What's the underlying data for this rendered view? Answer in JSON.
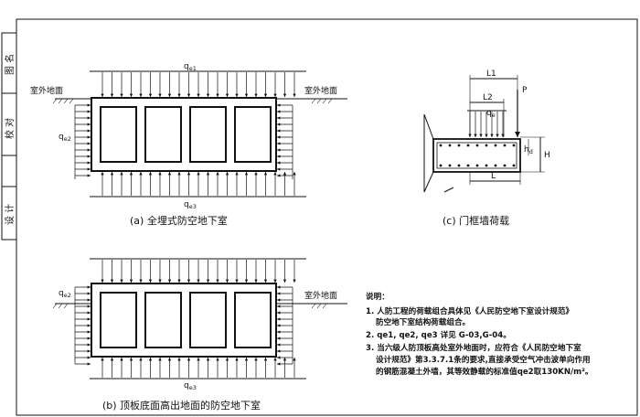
{
  "side_titles": {
    "tuming": "图 名",
    "jiaodui": "校 对",
    "sheji": "设 计"
  },
  "diagram_a": {
    "caption": "(a) 全埋式防空地下室",
    "ground_left": "室外地面",
    "ground_right": "室外地面",
    "q_top": "q",
    "q_top_sub": "e1",
    "q_side": "q",
    "q_side_sub": "e2",
    "q_bottom": "q",
    "q_bottom_sub": "e3"
  },
  "diagram_b": {
    "caption": "(b) 顶板底面高出地面的防空地下室",
    "ground_right": "室外地面",
    "q_side": "q",
    "q_side_sub": "e2",
    "q_bottom": "q",
    "q_bottom_sub": "e3"
  },
  "diagram_c": {
    "caption": "(c) 门框墙荷载",
    "L1": "L1",
    "L2": "L2",
    "L": "L",
    "P": "P",
    "q": "q",
    "q_sub": "e",
    "hd": "h",
    "hd_sub": "d",
    "H": "H"
  },
  "notes": {
    "title": "说明：",
    "line1": "1. 人防工程的荷载组合具体见《人民防空地下室设计规范》",
    "line1b": "防空地下室结构荷载组合。",
    "line2": "2. qe1, qe2, qe3 详见 G-03,G-04。",
    "line3": "3. 当六级人防顶板高处室外地面时，应符合《人民防空地下室",
    "line3b": "设计规范》第3.3.7.1条的要求,直接承受空气冲击波单向作用",
    "line3c": "的钢筋混凝土外墙，其等效静载的标准值qe2取130KN/m²。"
  }
}
